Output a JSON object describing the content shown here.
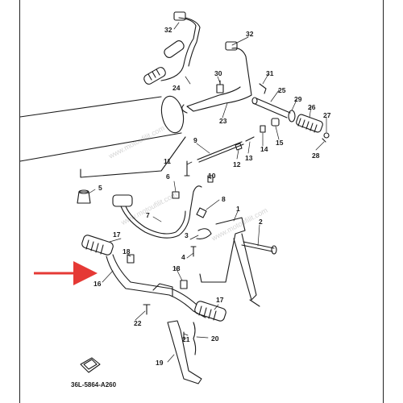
{
  "diagram": {
    "code": "36L-5864-A260",
    "watermark": "www.motoufilit.com",
    "callouts": {
      "n1": "1",
      "n2": "2",
      "n3": "3",
      "n4": "4",
      "n5": "5",
      "n6": "6",
      "n7": "7",
      "n8": "8",
      "n9": "9",
      "n10": "10",
      "n11": "11",
      "n12": "12",
      "n13": "13",
      "n14": "14",
      "n15": "15",
      "n16": "16",
      "n17a": "17",
      "n17b": "17",
      "n18": "18",
      "n19": "19",
      "n20": "20",
      "n21": "21",
      "n22": "22",
      "n23": "23",
      "n24": "24",
      "n25": "25",
      "n26": "26",
      "n27": "27",
      "n28": "28",
      "n29": "29",
      "n30": "30",
      "n31": "31",
      "n32a": "32",
      "n32b": "32"
    }
  },
  "colors": {
    "line": "#1a1a1a",
    "arrow": "#e53935",
    "watermark": "#d0d0d0"
  }
}
